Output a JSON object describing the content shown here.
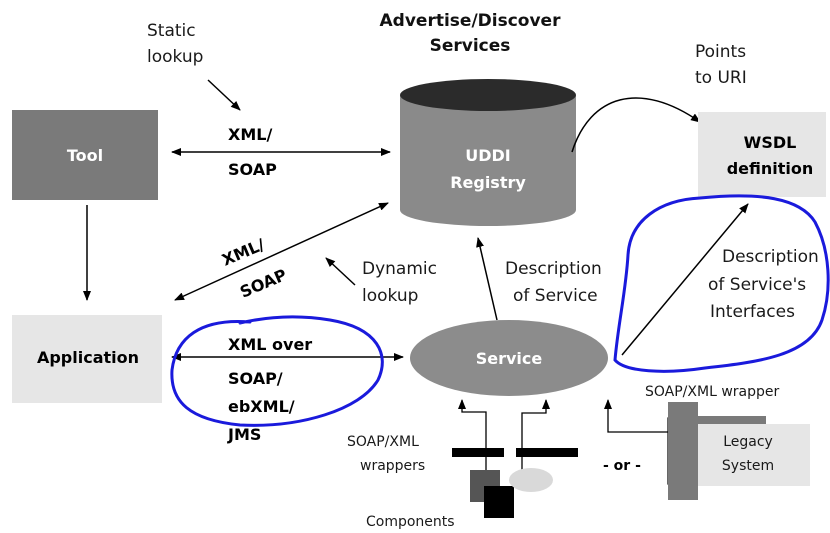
{
  "title": {
    "line1": "Advertise/Discover",
    "line2": "Services"
  },
  "nodes": {
    "tool": "Tool",
    "application": "Application",
    "uddi": {
      "line1": "UDDI",
      "line2": "Registry"
    },
    "wsdl": {
      "line1": "WSDL",
      "line2": "definition"
    },
    "service": "Service",
    "legacy": {
      "line1": "Legacy",
      "line2": "System"
    }
  },
  "labels": {
    "static_lookup": {
      "line1": "Static",
      "line2": "lookup"
    },
    "points_to_uri": {
      "line1": "Points",
      "line2": "to URI"
    },
    "xml_soap_top": {
      "line1": "XML/",
      "line2": "SOAP"
    },
    "xml_soap_diag": {
      "line1": "XML/",
      "line2": "SOAP"
    },
    "dynamic_lookup": {
      "line1": "Dynamic",
      "line2": "lookup"
    },
    "desc_service": {
      "line1": "Description",
      "line2": "of Service"
    },
    "desc_interfaces": {
      "line1": "Description",
      "line2": "of Service's",
      "line3": "Interfaces"
    },
    "xml_over": {
      "line1": "XML over",
      "line2": "SOAP/",
      "line3": "ebXML/",
      "line4": "JMS"
    },
    "soap_xml_wrappers": {
      "line1": "SOAP/XML",
      "line2": "wrappers"
    },
    "soap_xml_wrapper": "SOAP/XML wrapper",
    "or": "- or -",
    "components": "Components"
  },
  "colors": {
    "box_dark": "#7a7a7a",
    "box_light": "#e6e6e6",
    "cylinder": "#8a8a8a",
    "service": "#8c8c8c",
    "annotation": "#1a1adc"
  }
}
